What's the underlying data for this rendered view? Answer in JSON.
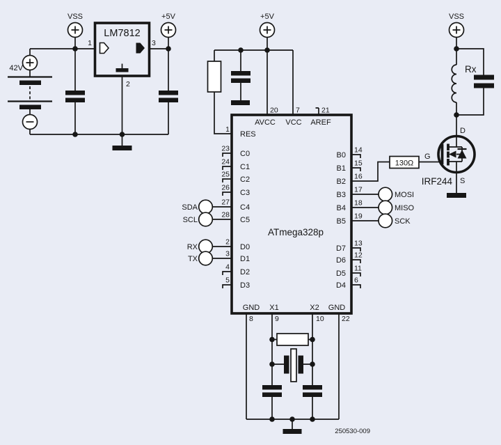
{
  "colors": {
    "background": "#e9ecf5",
    "ink": "#161616"
  },
  "psu": {
    "vss": "VSS",
    "v5": "+5V",
    "battery": "42V",
    "regulator": "LM7812",
    "reg_pin_in": "1",
    "reg_pin_gnd": "2",
    "reg_pin_out": "3"
  },
  "mcu": {
    "v5": "+5V",
    "name": "ATmega328p",
    "top": [
      {
        "num": "20",
        "name": "AVCC"
      },
      {
        "num": "7",
        "name": "VCC"
      },
      {
        "num": "21",
        "name": "AREF"
      }
    ],
    "left": [
      {
        "num": "1",
        "name": "RES",
        "signal": ""
      },
      {
        "num": "23",
        "name": "C0",
        "signal": ""
      },
      {
        "num": "24",
        "name": "C1",
        "signal": ""
      },
      {
        "num": "25",
        "name": "C2",
        "signal": ""
      },
      {
        "num": "26",
        "name": "C3",
        "signal": ""
      },
      {
        "num": "27",
        "name": "C4",
        "signal": "SDA"
      },
      {
        "num": "28",
        "name": "C5",
        "signal": "SCL"
      },
      {
        "num": "2",
        "name": "D0",
        "signal": "RX"
      },
      {
        "num": "3",
        "name": "D1",
        "signal": "TX"
      },
      {
        "num": "4",
        "name": "D2",
        "signal": ""
      },
      {
        "num": "5",
        "name": "D3",
        "signal": ""
      }
    ],
    "right": [
      {
        "num": "14",
        "name": "B0",
        "signal": ""
      },
      {
        "num": "15",
        "name": "B1",
        "signal": ""
      },
      {
        "num": "16",
        "name": "B2",
        "signal": ""
      },
      {
        "num": "17",
        "name": "B3",
        "signal": "MOSI"
      },
      {
        "num": "18",
        "name": "B4",
        "signal": "MISO"
      },
      {
        "num": "19",
        "name": "B5",
        "signal": "SCK"
      },
      {
        "num": "13",
        "name": "D7",
        "signal": ""
      },
      {
        "num": "12",
        "name": "D6",
        "signal": ""
      },
      {
        "num": "11",
        "name": "D5",
        "signal": ""
      },
      {
        "num": "6",
        "name": "D4",
        "signal": ""
      }
    ],
    "bottom": [
      {
        "num": "8",
        "name": "GND"
      },
      {
        "num": "9",
        "name": "X1"
      },
      {
        "num": "10",
        "name": "X2"
      },
      {
        "num": "22",
        "name": "GND"
      }
    ]
  },
  "output_stage": {
    "gate_resistor": "130Ω",
    "mosfet": "IRF244",
    "drain": "D",
    "gate": "G",
    "source": "S",
    "vss": "VSS",
    "inductor": "Rx"
  },
  "figure_number": "250530-009"
}
